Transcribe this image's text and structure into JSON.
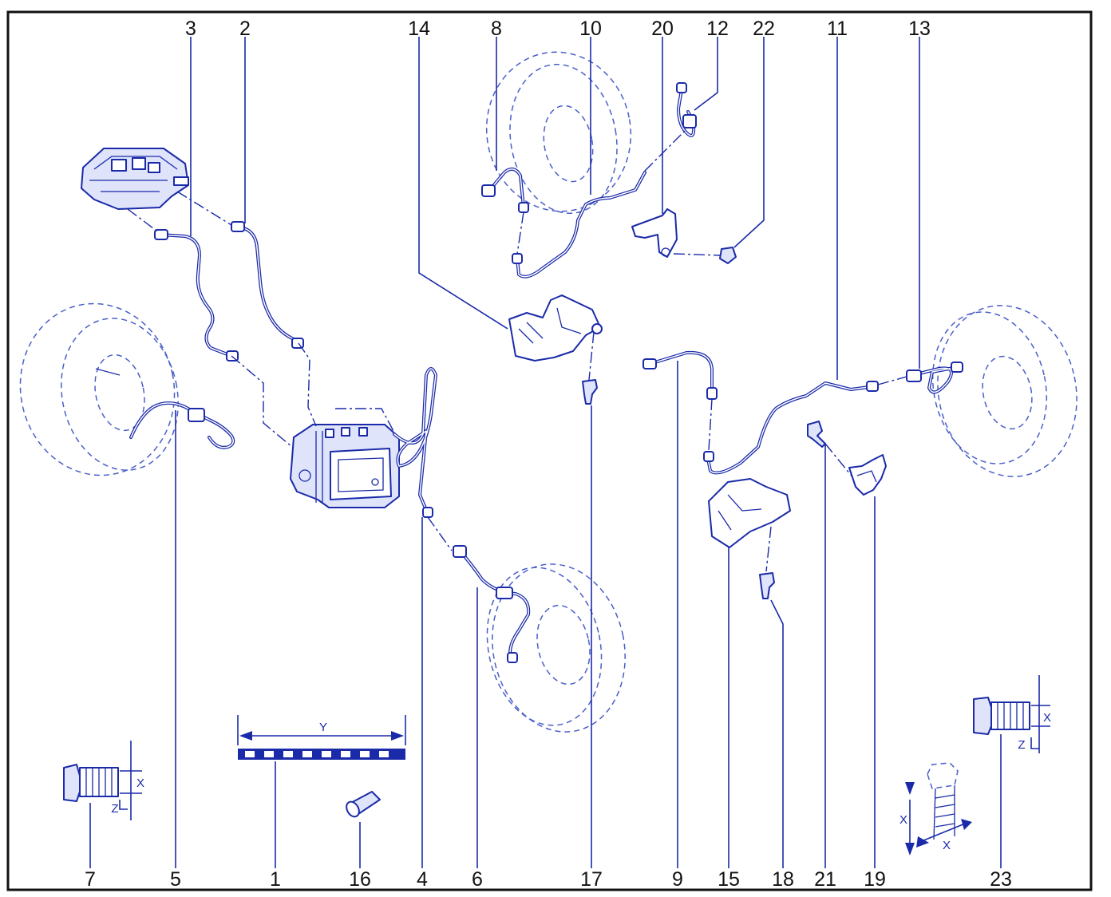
{
  "callouts": [
    {
      "id": "c3",
      "text": "3"
    },
    {
      "id": "c2",
      "text": "2"
    },
    {
      "id": "c14",
      "text": "14"
    },
    {
      "id": "c8",
      "text": "8"
    },
    {
      "id": "c10",
      "text": "10"
    },
    {
      "id": "c20",
      "text": "20"
    },
    {
      "id": "c12",
      "text": "12"
    },
    {
      "id": "c22",
      "text": "22"
    },
    {
      "id": "c11",
      "text": "11"
    },
    {
      "id": "c13",
      "text": "13"
    },
    {
      "id": "c7",
      "text": "7"
    },
    {
      "id": "c5",
      "text": "5"
    },
    {
      "id": "c1",
      "text": "1"
    },
    {
      "id": "c16",
      "text": "16"
    },
    {
      "id": "c4",
      "text": "4"
    },
    {
      "id": "c6",
      "text": "6"
    },
    {
      "id": "c17",
      "text": "17"
    },
    {
      "id": "c9",
      "text": "9"
    },
    {
      "id": "c15",
      "text": "15"
    },
    {
      "id": "c18",
      "text": "18"
    },
    {
      "id": "c21",
      "text": "21"
    },
    {
      "id": "c19",
      "text": "19"
    },
    {
      "id": "c23",
      "text": "23"
    }
  ],
  "dimensions": {
    "y": "Y",
    "x": "X",
    "z": "Z"
  },
  "colors": {
    "line": "#1a2aa8",
    "frame": "#111111",
    "background": "#ffffff"
  }
}
